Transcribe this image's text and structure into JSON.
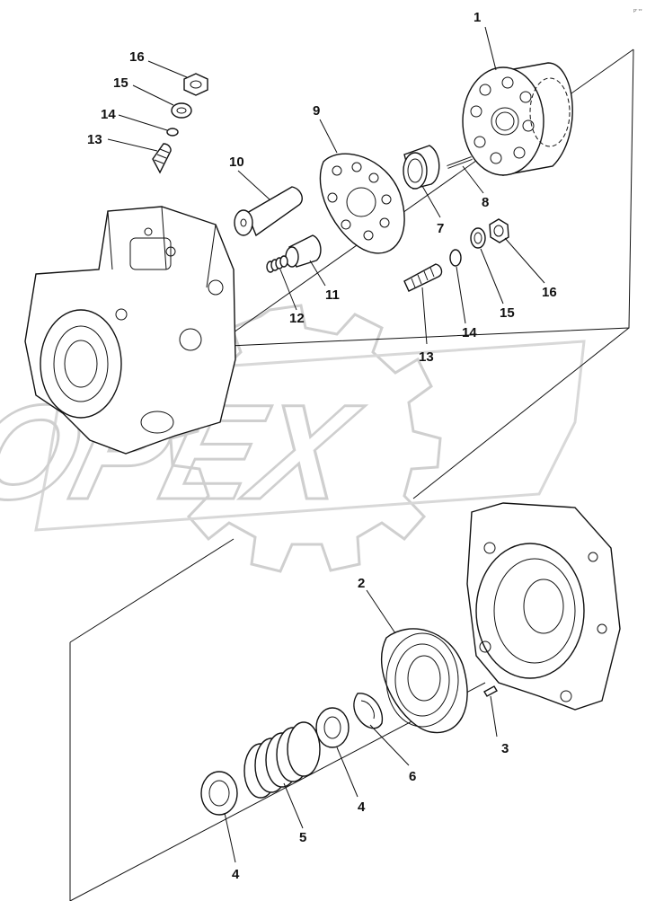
{
  "watermark": {
    "text": "OPEX"
  },
  "corner_mark": "P' **",
  "callouts": [
    {
      "id": "c1",
      "label": "1"
    },
    {
      "id": "c2",
      "label": "2"
    },
    {
      "id": "c3",
      "label": "3"
    },
    {
      "id": "c4a",
      "label": "4"
    },
    {
      "id": "c4b",
      "label": "4"
    },
    {
      "id": "c5",
      "label": "5"
    },
    {
      "id": "c6",
      "label": "6"
    },
    {
      "id": "c7",
      "label": "7"
    },
    {
      "id": "c8",
      "label": "8"
    },
    {
      "id": "c9",
      "label": "9"
    },
    {
      "id": "c10",
      "label": "10"
    },
    {
      "id": "c11",
      "label": "11"
    },
    {
      "id": "c12",
      "label": "12"
    },
    {
      "id": "c13a",
      "label": "13"
    },
    {
      "id": "c13b",
      "label": "13"
    },
    {
      "id": "c14a",
      "label": "14"
    },
    {
      "id": "c14b",
      "label": "14"
    },
    {
      "id": "c15a",
      "label": "15"
    },
    {
      "id": "c15b",
      "label": "15"
    },
    {
      "id": "c16a",
      "label": "16"
    },
    {
      "id": "c16b",
      "label": "16"
    }
  ]
}
